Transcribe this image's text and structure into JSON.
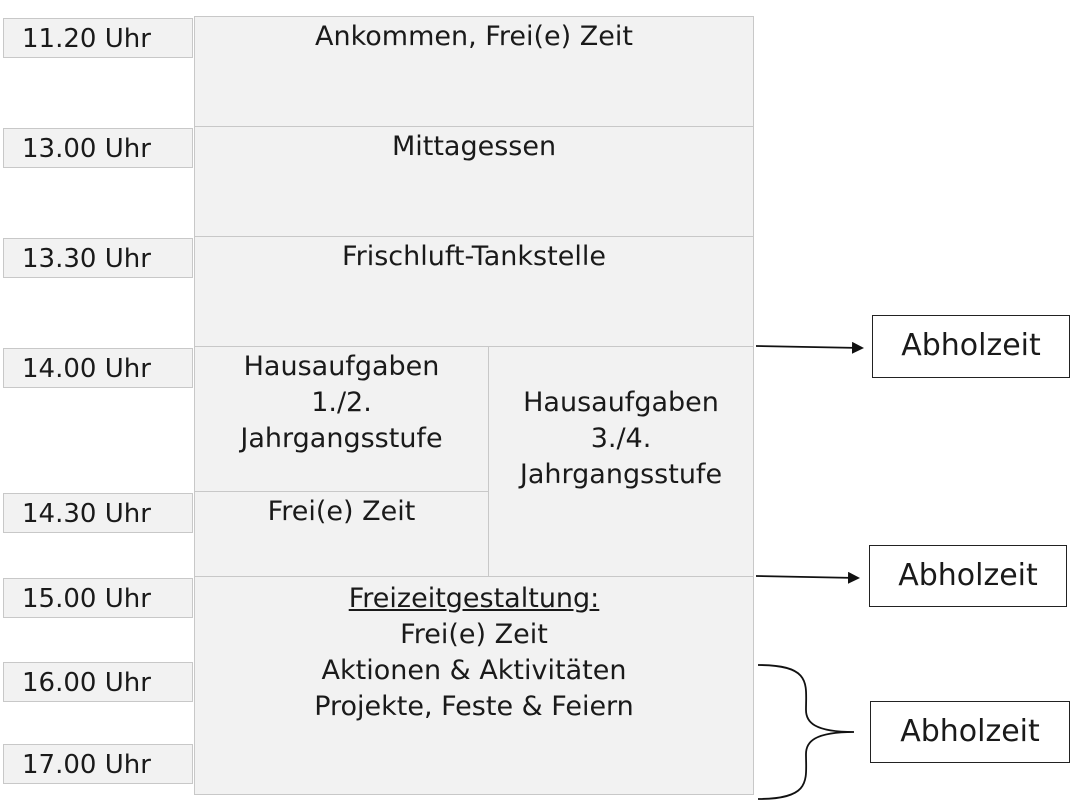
{
  "times": [
    "11.20 Uhr",
    "13.00 Uhr",
    "13.30 Uhr",
    "14.00 Uhr",
    "14.30 Uhr",
    "15.00 Uhr",
    "16.00 Uhr",
    "17.00 Uhr"
  ],
  "blocks": {
    "arrival": "Ankommen, Frei(e) Zeit",
    "lunch": "Mittagessen",
    "fresh_air": "Frischluft-Tankstelle",
    "homework_12": [
      "Hausaufgaben",
      "1./2.",
      "Jahrgangsstufe"
    ],
    "homework_34": [
      "Hausaufgaben",
      "3./4.",
      "Jahrgangsstufe"
    ],
    "free_time": "Frei(e) Zeit",
    "leisure": {
      "heading": "Freizeitgestaltung:",
      "lines": [
        "Frei(e) Zeit",
        "Aktionen & Aktivitäten",
        "Projekte, Feste & Feiern"
      ]
    }
  },
  "pickup_labels": [
    "Abholzeit",
    "Abholzeit",
    "Abholzeit"
  ]
}
